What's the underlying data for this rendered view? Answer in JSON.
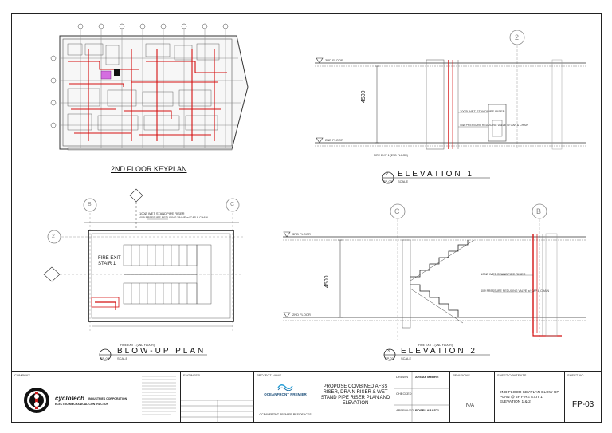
{
  "views": {
    "keyplan_title": "2ND FLOOR KEYPLAN",
    "elev1_title": "ELEVATION 1",
    "elev1_number": "2",
    "elev1_sheet": "FP-03",
    "elev1_sub": "FIRE EXIT 1 (2ND FLOOR)",
    "elev2_title": "ELEVATION 2",
    "elev2_number": "3",
    "elev2_sheet": "FP-03",
    "elev2_sub": "FIRE EXIT 1 (2ND FLOOR)",
    "blowup_title": "BLOW-UP PLAN",
    "blowup_number": "1",
    "blowup_sheet": "FP-03",
    "blowup_sub": "FIRE EXIT 1 (2ND FLOOR)",
    "scale_label": "SCALE",
    "grid_2": "2",
    "grid_c": "C",
    "grid_b": "B",
    "level_3rd": "3RD FLOOR",
    "level_2nd": "2ND FLOOR",
    "dim_4500": "4500",
    "fire_exit_label": "FIRE EXIT STAIR 1",
    "riser_note": "100Ø WET STANDPIPE RISER",
    "valve_note": "40Ø PRESSURE REDUCING VALVE w/ CAP & CHAIN"
  },
  "titleblock": {
    "company_label": "COMPANY",
    "company_name": "INDUSTRIES CORPORATION",
    "company_sub": "ELECTRO-MECHANICAL CONTRACTOR",
    "logo_text": "cyclotech",
    "engineer_label": "ENGINEER",
    "project_label": "PROJECT NAME",
    "project_brand": "OCEANFRONT PREMIER",
    "project_name": "OCEANFRONT PREMIER RESIDENCES",
    "description": "PROPOSE COMBINED AFSS RISER, DRAIN RISER & WET STAND PIPE RISER PLAN AND ELEVATION",
    "drawn_label": "DRAWN",
    "drawn_name": "ARGAY MERRE",
    "checked_label": "CHECKED",
    "approved_label": "APPROVED",
    "approved_name": "ROSEL ARASTI",
    "revision_label": "REVISIONS",
    "revision_value": "N/A",
    "contents_label": "SHEET CONTENTS",
    "contents": "2ND FLOOR KEYPLAN BLOW-UP PLAN @ 2F FIRE EXIT 1 ELEVATION 1 & 2",
    "sheet_label": "SHEET NO.",
    "sheet_no": "FP-03"
  }
}
